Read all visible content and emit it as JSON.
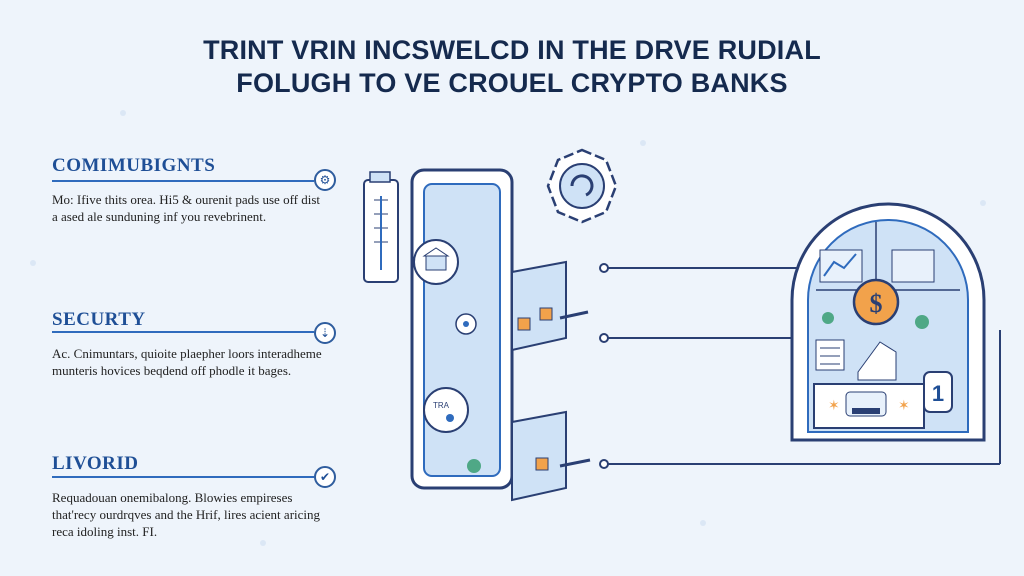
{
  "title": {
    "line1": "TRINT VRIN INCSWELCD IN THE DRVE RUDIAL",
    "line2": "FOLUGH TO VE CROUEL CRYPTO BANKS"
  },
  "sections": [
    {
      "heading": "COMIMUBIGNTS",
      "body": "Mo: Ifive thits orea. Hi5 & ourenit pads use off dist a ased ale sunduning inf you revebrinent.",
      "icon": "gear-icon"
    },
    {
      "heading": "SECURTY",
      "body": "Ac. Cnimuntars, quioite plaepher loors interadheme munteris hovices beqdend off phodle it bages.",
      "icon": "arrow-down-icon"
    },
    {
      "heading": "LIVORID",
      "body": "Requadouan onemibalong. Blowies empireses that'recy ourdrqves and the Hrif, lires acient aricing reca idoling inst. FI.",
      "icon": "checkmark-icon"
    }
  ],
  "diagram": {
    "dollar_symbol": "$",
    "counter_badge": "1",
    "tower_label": "TRA",
    "colors": {
      "outline": "#2a3f73",
      "accent_blue": "#2f6bbd",
      "panel_fill": "#cfe2f6",
      "coin_orange": "#f2a24b",
      "green": "#2e9a6a"
    }
  }
}
